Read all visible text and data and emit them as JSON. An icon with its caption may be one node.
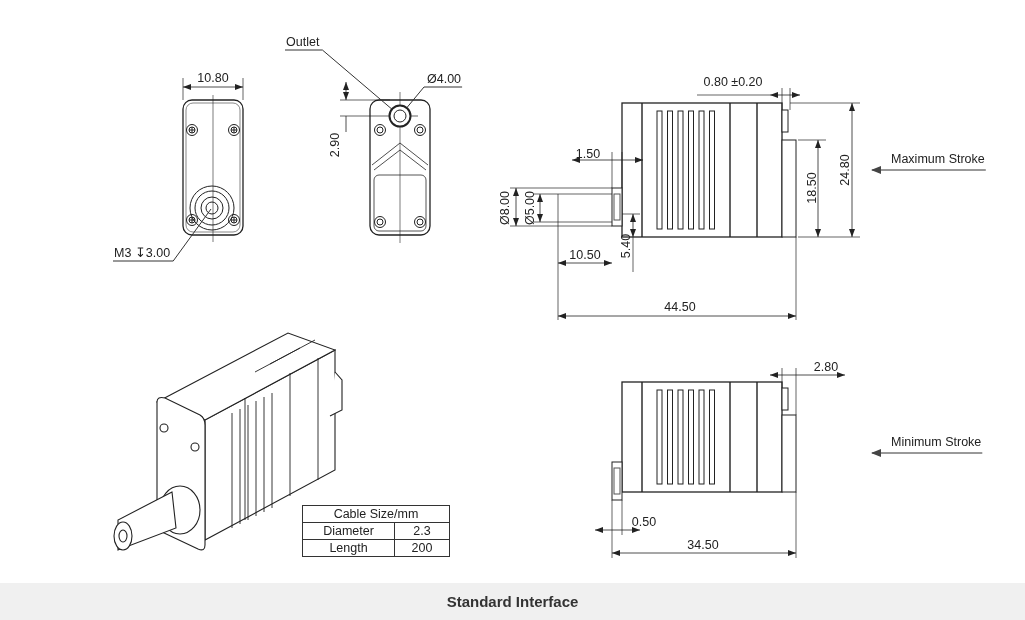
{
  "diagram": {
    "caption": "Standard Interface",
    "nodes": [
      {
        "text": [
          "Outlet"
        ]
      },
      {
        "text": [
          "Ø4.00"
        ]
      },
      {
        "text": [
          "M3 ↧3.00"
        ]
      },
      {
        "text": [
          "Maximum Stroke"
        ]
      },
      {
        "text": [
          "Minimum Stroke"
        ]
      },
      {
        "text": [],
        "shape": "circle"
      }
    ],
    "edges": [
      {
        "from": 0,
        "to": 5,
        "arrow": "none"
      },
      {
        "from": 1,
        "to": 5,
        "arrow": "none"
      },
      {
        "from": 2,
        "to": null,
        "arrow": "none"
      },
      {
        "from": 3,
        "to": null,
        "arrow": "to"
      },
      {
        "from": 4,
        "to": null,
        "arrow": "to"
      }
    ],
    "labels": [
      "10.80",
      "2.90",
      "0.80 ±0.20",
      "1.50",
      "Ø8.00",
      "Ø5.00",
      "18.50",
      "24.80",
      "10.50",
      "5.40",
      "44.50",
      "2.80",
      "0.50",
      "34.50",
      "Cable Size/mm",
      "Diameter",
      "2.3",
      "Length",
      "200"
    ]
  }
}
